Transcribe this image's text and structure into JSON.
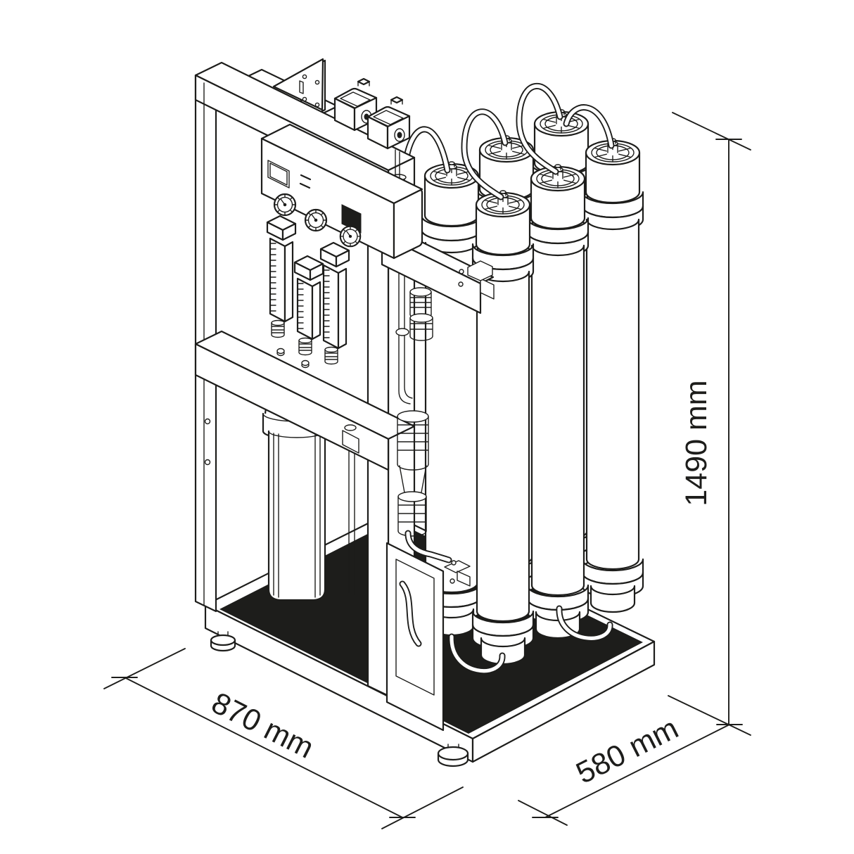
{
  "drawing": {
    "background_color": "#ffffff",
    "line_color": "#1d1d1b",
    "subject": "Isometric line drawing of a frame-mounted reverse-osmosis water treatment unit with six membrane vessels, filter housing, flow meters, gauges and perforated base"
  },
  "dimensions": {
    "width_label": "870 mm",
    "depth_label": "580 mm",
    "height_label": "1490 mm"
  }
}
